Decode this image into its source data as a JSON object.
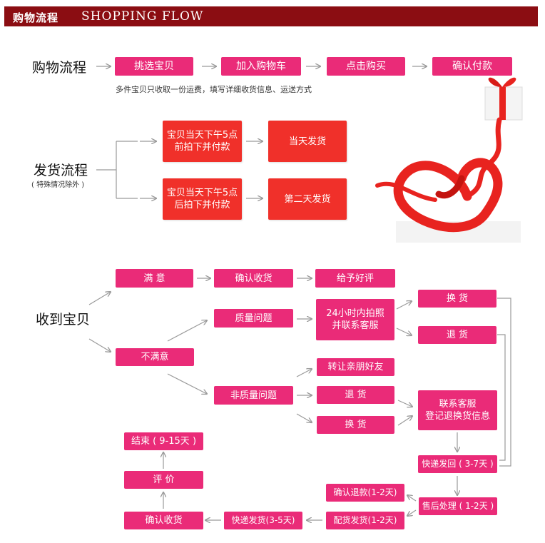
{
  "header": {
    "title_cn": "购物流程",
    "title_en": "SHOPPING FLOW"
  },
  "shopping": {
    "label": "购物流程",
    "steps": [
      "挑选宝贝",
      "加入购物车",
      "点击购买",
      "确认付款"
    ],
    "note": "多件宝贝只收取一份运费，填写详细收货信息、运送方式"
  },
  "shipping": {
    "label": "发货流程",
    "sublabel": "( 特殊情况除外 )",
    "rule1": [
      "宝贝当天下午5点",
      "前拍下并付款"
    ],
    "result1": "当天发货",
    "rule2": [
      "宝贝当天下午5点",
      "后拍下并付款"
    ],
    "result2": "第二天发货"
  },
  "receive": {
    "label": "收到宝贝",
    "satisfied": "满 意",
    "confirm_receipt": "确认收货",
    "good_review": "给予好评",
    "unsatisfied": "不满意",
    "quality_issue": "质量问题",
    "photo_contact": [
      "24小时内拍照",
      "并联系客服"
    ],
    "exchange_top": "换 货",
    "return_top": "退 货",
    "non_quality_issue": "非质量问题",
    "transfer_friends": "转让亲朋好友",
    "return_mid": "退 货",
    "exchange_mid": "换 货",
    "contact_service": [
      "联系客服",
      "登记退换货信息"
    ],
    "express_return": "快递发回 ( 3-7天 )",
    "after_sales": "售后处理 ( 1-2天 )",
    "confirm_refund": "确认退款(1-2天)",
    "reship": "配货发货(1-2天)",
    "express_ship": "快递发货(3-5天)",
    "confirm_receipt_2": "确认收货",
    "review": "评  价",
    "end": "结束 ( 9-15天 )"
  },
  "colors": {
    "header": "#8b0d12",
    "pink": "#ea2b78",
    "red": "#f0302a",
    "arrow": "#9a9a9a",
    "ribbon": "#e8231f"
  }
}
